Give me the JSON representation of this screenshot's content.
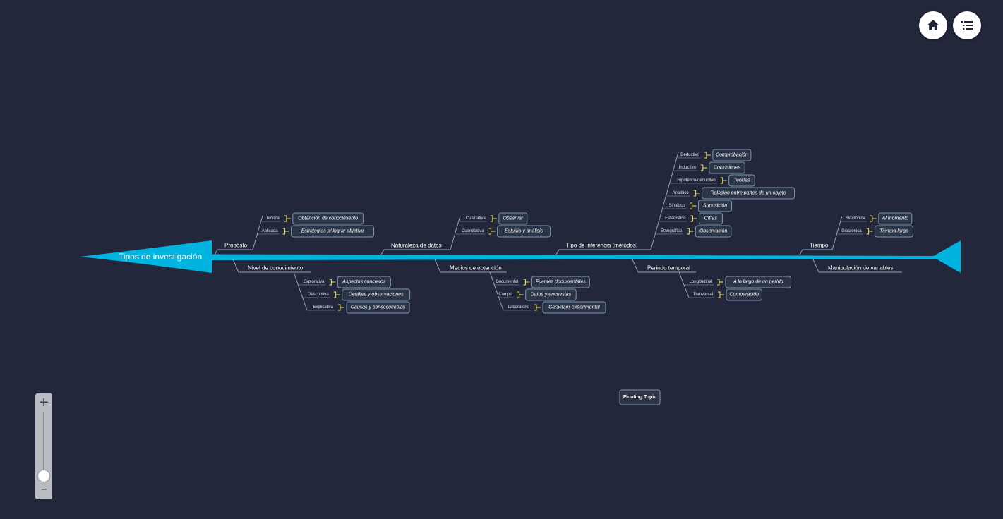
{
  "toolbar": {
    "home_icon": "home-icon",
    "outline_icon": "outline-list-icon"
  },
  "zoom": {
    "plus": "+",
    "minus": "–",
    "level": 0.1
  },
  "colors": {
    "background": "#22273c",
    "spine": "#00b4e0",
    "line": "#8fa6b6",
    "node_fill": "#2b3547",
    "node_border": "#7d97ae",
    "connector": "#f0e35a"
  },
  "fishbone": {
    "head": "Tipos de investigación",
    "top_categories": [
      {
        "label": "Propósto",
        "causes": [
          {
            "label": "Teórica",
            "detail": "Obtención de conocimiento"
          },
          {
            "label": "Aplicada",
            "detail": "Estrategias p/ lograr objetivo"
          }
        ]
      },
      {
        "label": "Naturaleza de datos",
        "causes": [
          {
            "label": "Cualitativa",
            "detail": "Observar"
          },
          {
            "label": "Cuantitativa",
            "detail": "Estudio y análisis"
          }
        ]
      },
      {
        "label": "Tipo de inferencia (métodos)",
        "causes": [
          {
            "label": "Deductivo",
            "detail": "Comprobación"
          },
          {
            "label": "Inductivo",
            "detail": "Coclusiones"
          },
          {
            "label": "Hipotético-deductivo",
            "detail": "Teorías"
          },
          {
            "label": "Analítico",
            "detail": "Relación entre partes de un objeto"
          },
          {
            "label": "Sintético",
            "detail": "Suposición"
          },
          {
            "label": "Estadístico",
            "detail": "Cifras"
          },
          {
            "label": "Etnográfico",
            "detail": "Observación"
          }
        ]
      },
      {
        "label": "Tiempo",
        "causes": [
          {
            "label": "Sincrónica",
            "detail": "Al momento"
          },
          {
            "label": "Diacrónica",
            "detail": "Tiempo largo"
          }
        ]
      }
    ],
    "bottom_categories": [
      {
        "label": "Nivel de conocimiento",
        "causes": [
          {
            "label": "Explorativa",
            "detail": "Aspectos concretos"
          },
          {
            "label": "Descriptiva",
            "detail": "Detalles y observaciones"
          },
          {
            "label": "Explicativa",
            "detail": "Causas y concecuencias"
          }
        ]
      },
      {
        "label": "Medios de obtención",
        "causes": [
          {
            "label": "Documental",
            "detail": "Fuentes documentales"
          },
          {
            "label": "Campo",
            "detail": "Datos y encuestas"
          },
          {
            "label": "Laboratorio",
            "detail": "Caractaer experimental"
          }
        ]
      },
      {
        "label": "Periodo temporal",
        "causes": [
          {
            "label": "Longitudinal",
            "detail": "A lo largo de un perído"
          },
          {
            "label": "Tranversal",
            "detail": "Comparación"
          }
        ]
      },
      {
        "label": "Manipulación de variables",
        "causes": []
      }
    ],
    "floating_topic": "Floating Topic"
  }
}
